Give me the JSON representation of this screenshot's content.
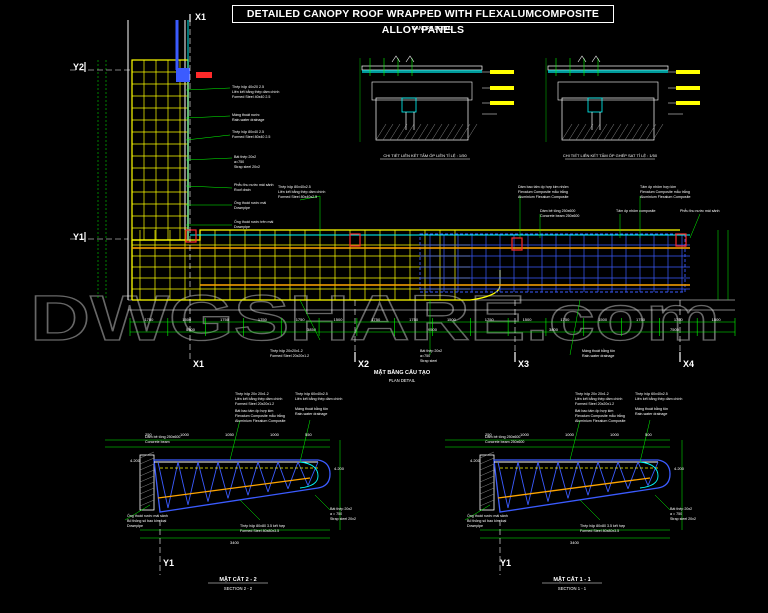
{
  "title": "DETAILED CANOPY ROOF WRAPPED WITH FLEXALUMCOMPOSITE ALLOY PANELS",
  "watermark": "DWGSHARE.com",
  "colors": {
    "background": "#000000",
    "yellow": "#ffff00",
    "cyan": "#00ffff",
    "blue": "#3b5bff",
    "white": "#ffffff",
    "red": "#ff2a2a",
    "green": "#00ff00",
    "orange": "#ffa500",
    "gray": "#8a8a8a"
  },
  "canopy_detail": {
    "heading": "CANOPY DETAIL",
    "left_caption": "CHI TIẾT LIÊN KẾT TẤM ỐP LIÊN TỈ LỆ : 1/50",
    "right_caption": "CHI TIẾT LIÊN KẾT TẤM ỐP GHÉP SAT TỈ LỆ : 1/50"
  },
  "axes": {
    "x1": "X1",
    "x1_bottom": "X1",
    "x2": "X2",
    "x3": "X3",
    "x4": "X4",
    "y1": "Y1",
    "y2": "Y2",
    "section_y1_left": "Y1",
    "section_y1_right": "Y1"
  },
  "plan": {
    "title_vn": "MẶT BẰNG CẤU TẠO",
    "title_en": "PLAN DETAIL",
    "notes": [
      "Thép hộp 40x20 2.5",
      "Liên kết bằng thép dầm chính",
      "Formed Steel 40x40 2.5",
      "Máng thoát nước",
      "Rain-water drainage",
      "Thép hộp 80x40 2.5",
      "Formed Steel 80x40 2.5",
      "Bát thép 20x2",
      "a=750",
      "Strap steel 20x2",
      "Phễu thu nước mái sảnh",
      "Roof drain",
      "Ống thoát nước mái",
      "Downpipe",
      "Ống thoát nước trên mái",
      "Downpipe",
      "Thép hộp 80x40x2.5",
      "Liên kết bằng thép dầm chính",
      "Formed Steel 80x40x2.5",
      "Dầm bao tấm ốp hợp kim nhôm",
      "Flexalum Composite mẫu trắng",
      "Aluminium Flexalum Composite",
      "Dầm bê tông 250x600",
      "Concrete beam 250x600",
      "Tấm ốp nhôm hợp kim",
      "Flexalum Composite mẫu trắng",
      "Aluminium Flexalum Composite",
      "Tấm ốp nhôm composite",
      "Phễu thu nước mái sảnh"
    ],
    "bottom_notes": [
      "Thép hộp 20x20x1.2",
      "Formed Steel 20x20x1.2",
      "Bát thép 20x2",
      "a=750",
      "Strap steel",
      "Máng thoát bằng tôn",
      "Rain-water drainage"
    ],
    "dims_bottom": [
      "1750",
      "1500",
      "1750",
      "1750",
      "1750",
      "1500",
      "1750",
      "1750",
      "1500",
      "1750",
      "1500",
      "1750",
      "1500",
      "1750",
      "1750",
      "1500"
    ],
    "dims_total": [
      "5500",
      "3850",
      "9500",
      "3800",
      "7500"
    ]
  },
  "section_2": {
    "title_vn": "MẶT CẮT 2 - 2",
    "title_en": "SECTION 2 - 2",
    "notes": [
      "Thép hộp 20x 20x1.2",
      "Liên kết bằng thép dầm chính",
      "Formed Steel 20x20x1.2",
      "Bát bao tấm ốp hợp kim",
      "Flexalum Composite mẫu trắng",
      "Aluminium Flexalum Composite",
      "Thép hộp 60x40x2.5",
      "Liên kết bằng thép dầm chính",
      "Máng thoát bằng tôn",
      "Rain-water drainage",
      "Dầm bê tông 250x600",
      "Concrete beam",
      "Thép hộp 80x80 3.5 kết hợp",
      "Formed Steel 80x80x3.5",
      "Bát thép 20x2",
      "a = 750",
      "Strap steel 20x2",
      "Ống thoát nước mái sảnh",
      "Bố thông số bao kim loại",
      "Downpipe"
    ],
    "dims": [
      "250",
      "1000",
      "1050",
      "1000",
      "550",
      "3400",
      "4.200",
      "4.200"
    ]
  },
  "section_1": {
    "title_vn": "MẶT CẮT 1 - 1",
    "title_en": "SECTION 1 - 1",
    "notes": [
      "Thép hộp 20x 20x1.2",
      "Liên kết bằng thép dầm chính",
      "Formed Steel 20x20x1.2",
      "Bát bao tấm ốp hợp kim",
      "Flexalum Composite mẫu trắng",
      "Aluminium Flexalum Composite",
      "Thép hộp 60x40x2.5",
      "Liên kết bằng thép dầm chính",
      "Máng thoát bằng tôn",
      "Rain-water drainage",
      "Dầm bê tông 250x600",
      "Concrete beam 250x600",
      "Thép hộp 80x80 3.5 kết hợp",
      "Formed Steel 80x80x3.5",
      "Bát thép 20x2",
      "a = 750",
      "Strap steel 20x2",
      "Ống thoát nước mái sảnh",
      "Bố thông số bao kim loại",
      "Downpipe"
    ],
    "dims": [
      "250",
      "1000",
      "1000",
      "1000",
      "500",
      "3400",
      "4.200",
      "4.200"
    ]
  }
}
